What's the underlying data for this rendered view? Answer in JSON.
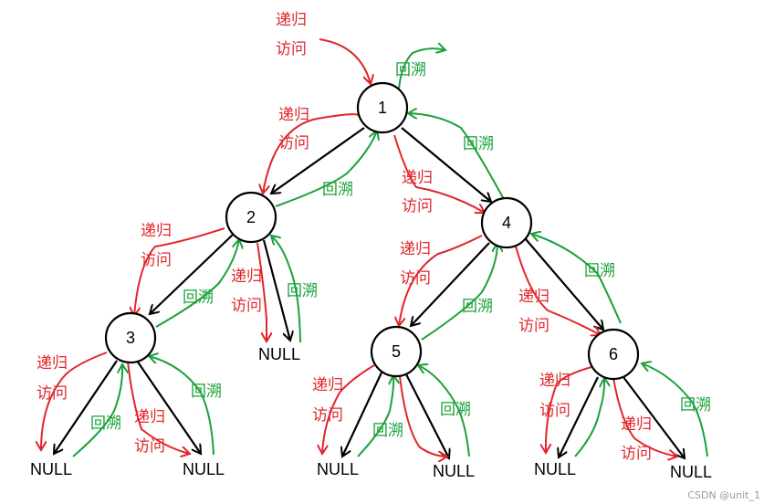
{
  "nodes": {
    "n1": "1",
    "n2": "2",
    "n3": "3",
    "n4": "4",
    "n5": "5",
    "n6": "6"
  },
  "null_label": "NULL",
  "labels": {
    "recurse": "递归",
    "visit": "访问",
    "backtrack": "回溯"
  },
  "watermark": "CSDN @unit_1",
  "colors": {
    "recurse": "#e0262b",
    "backtrack": "#1aa13a",
    "edge": "#000000"
  }
}
